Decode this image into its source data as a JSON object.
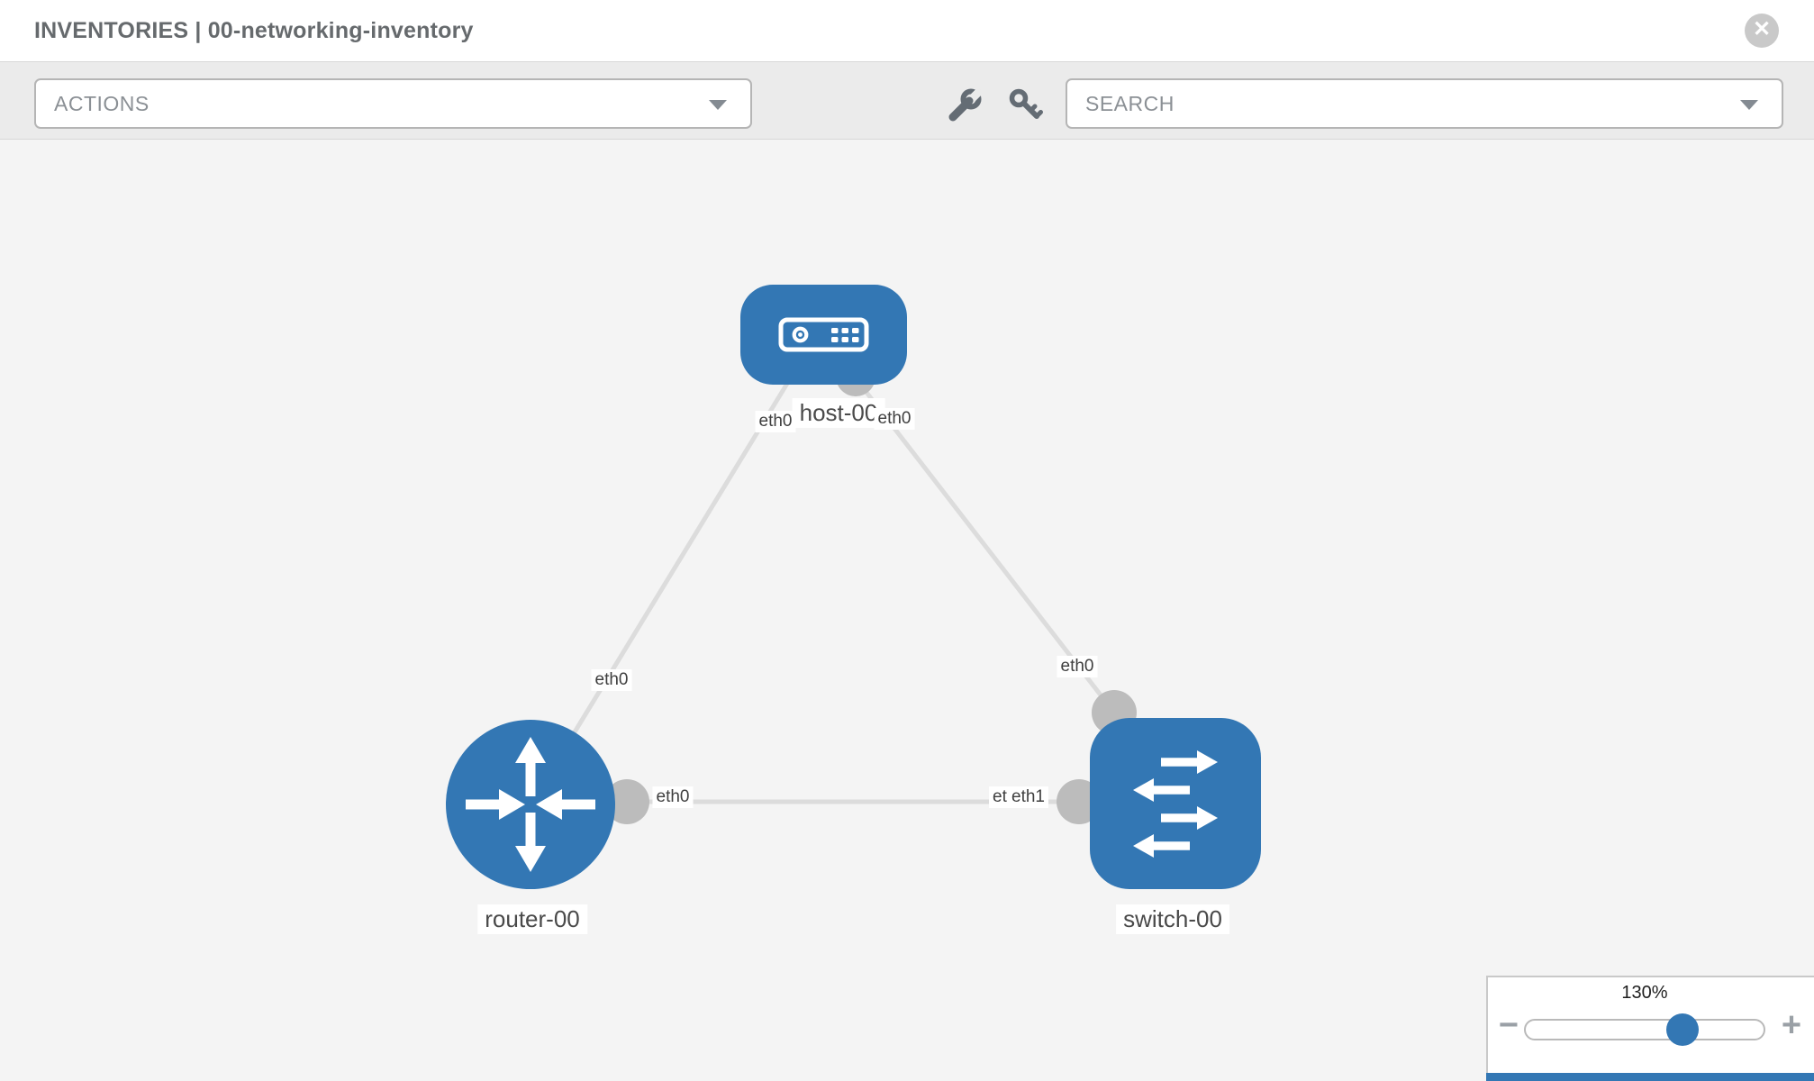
{
  "header": {
    "title": "INVENTORIES | 00-networking-inventory",
    "close_label": "✕"
  },
  "toolbar": {
    "actions_label": "ACTIONS",
    "search_placeholder": "SEARCH",
    "tool_icons": [
      "wrench",
      "key"
    ]
  },
  "topology": {
    "nodes": [
      {
        "id": "host-00",
        "type": "host",
        "label": "host-00"
      },
      {
        "id": "router-00",
        "type": "router",
        "label": "router-00"
      },
      {
        "id": "switch-00",
        "type": "switch",
        "label": "switch-00"
      }
    ],
    "links": [
      {
        "from": "host-00",
        "from_interface": "eth0",
        "to": "router-00",
        "to_interface": "eth0"
      },
      {
        "from": "host-00",
        "from_interface": "eth0",
        "to": "switch-00",
        "to_interface": "eth0"
      },
      {
        "from": "router-00",
        "from_interface": "eth0",
        "to": "switch-00",
        "to_interface": "eth1",
        "to_interface_overlapped": "eth0"
      }
    ]
  },
  "zoom_control": {
    "level": "130%",
    "value": 130,
    "minus_label": "−",
    "plus_label": "+"
  },
  "colors": {
    "node_blue": "#3377b4",
    "link_gray": "#dcdcdc",
    "port_gray": "#bcbcbc",
    "toolbar_gray": "#ebebeb",
    "canvas_gray": "#f4f4f4",
    "label_text": "#4a4a4a"
  }
}
